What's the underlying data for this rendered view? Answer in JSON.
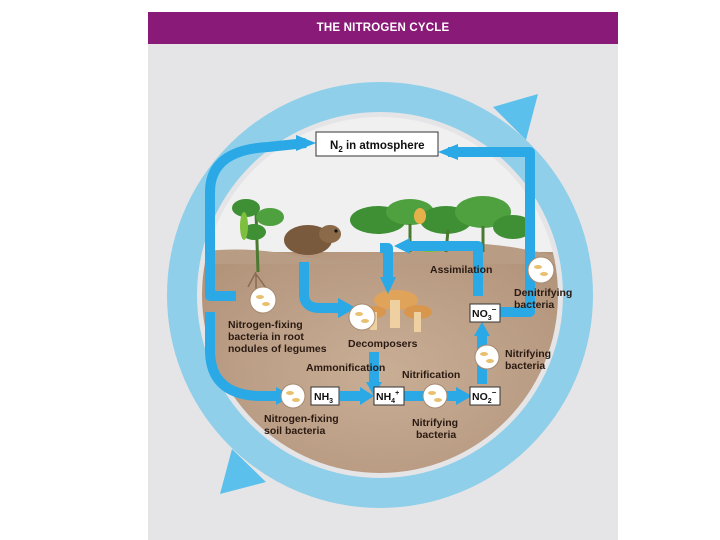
{
  "header": {
    "title": "THE NITROGEN CYCLE"
  },
  "diagram": {
    "atmosphere_box": {
      "label": "N",
      "subscript": "2",
      "suffix": " in atmosphere"
    },
    "compound_boxes": {
      "nh3": {
        "base": "NH",
        "sub": "3",
        "sup": ""
      },
      "nh4": {
        "base": "NH",
        "sub": "4",
        "sup": "+"
      },
      "no2": {
        "base": "NO",
        "sub": "2",
        "sup": "−"
      },
      "no3": {
        "base": "NO",
        "sub": "3",
        "sup": "−"
      }
    },
    "labels": {
      "assimilation": "Assimilation",
      "denitrifying_1": "Denitrifying",
      "denitrifying_2": "bacteria",
      "root_fixing_1": "Nitrogen-fixing",
      "root_fixing_2": "bacteria in root",
      "root_fixing_3": "nodules of legumes",
      "decomposers": "Decomposers",
      "ammonification": "Ammonification",
      "nitrification": "Nitrification",
      "nitrifying_right_1": "Nitrifying",
      "nitrifying_right_2": "bacteria",
      "soil_fixing_1": "Nitrogen-fixing",
      "soil_fixing_2": "soil bacteria",
      "nitrifying_bottom_1": "Nitrifying",
      "nitrifying_bottom_2": "bacteria"
    },
    "colors": {
      "header": "#8a1a78",
      "cycle_ring": "#87cbe9",
      "arrow": "#2aa9e6",
      "soil": "#bfa38c",
      "plant": "#3f8f34",
      "mushroom": "#e0a35a"
    }
  }
}
